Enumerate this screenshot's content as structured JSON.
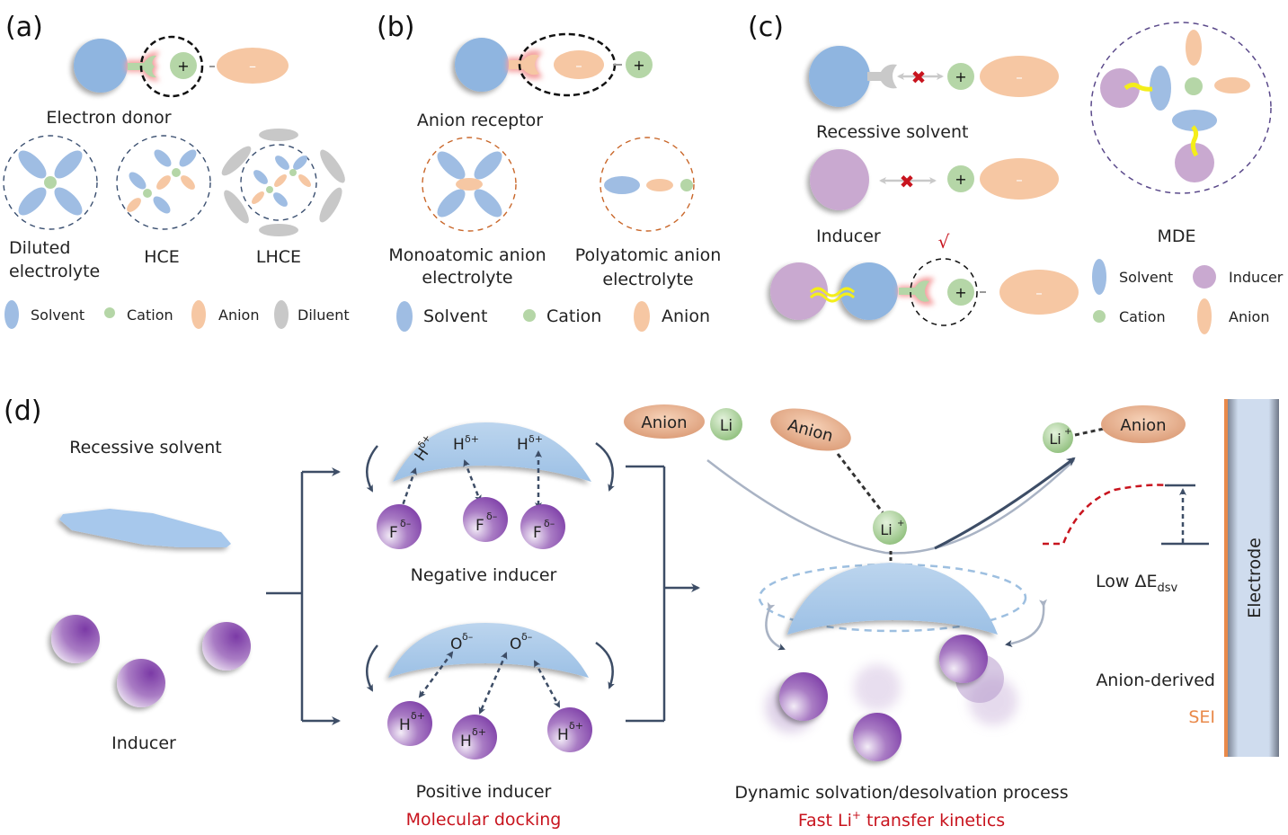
{
  "colors": {
    "solvent": "#9fbde3",
    "solvent_big": "#8fb5e0",
    "cation": "#b5d6a7",
    "anion": "#f6c7a3",
    "diluent": "#c8c8c8",
    "inducer": "#c9a9d0",
    "receptor_glow": "#f4a0a0",
    "red": "#c8141e",
    "dash_blue": "#3a4f70",
    "dash_orange": "#c9672a",
    "dash_purple": "#5b4a8b",
    "arrow": "#3d4d66",
    "sei": "#e9894a",
    "yellow": "#f4ee1a"
  },
  "panel_a": {
    "label": "(a)",
    "title": "Electron donor",
    "plus": "+",
    "minus": "–",
    "clusters": [
      "Diluted electrolyte",
      "HCE",
      "LHCE"
    ],
    "cluster_line1": "Diluted",
    "cluster_line2": "electrolyte",
    "legend": [
      "Solvent",
      "Cation",
      "Anion",
      "Diluent"
    ]
  },
  "panel_b": {
    "label": "(b)",
    "title": "Anion receptor",
    "plus": "+",
    "minus": "–",
    "cluster_mono_line1": "Monoatomic anion",
    "cluster_mono_line2": "electrolyte",
    "cluster_poly_line1": "Polyatomic anion",
    "cluster_poly_line2": "electrolyte",
    "legend": [
      "Solvent",
      "Cation",
      "Anion"
    ]
  },
  "panel_c": {
    "label": "(c)",
    "row1_title": "Recessive solvent",
    "row2_title": "Inducer",
    "check": "√",
    "cross": "✖",
    "plus": "+",
    "minus": "–",
    "cluster_title": "MDE",
    "legend": [
      "Solvent",
      "Inducer",
      "Cation",
      "Anion"
    ]
  },
  "panel_d": {
    "label": "(d)",
    "recessive_solvent": "Recessive solvent",
    "inducer": "Inducer",
    "negative_inducer": "Negative inducer",
    "positive_inducer": "Positive inducer",
    "molecular_docking": "Molecular docking",
    "neg_top_atoms": [
      "H",
      "H",
      "H"
    ],
    "neg_top_charge": "δ+",
    "neg_bottom_atoms": [
      "F",
      "F",
      "F"
    ],
    "neg_bottom_charge": "δ–",
    "pos_top_atoms": [
      "O",
      "O"
    ],
    "pos_top_charge": "δ–",
    "pos_bottom_atoms": [
      "H",
      "H",
      "H"
    ],
    "pos_bottom_charge": "δ+",
    "anion": "Anion",
    "li": "Li",
    "li_plus_sup": "+",
    "low_e_prefix": "Low ΔE",
    "low_e_sub": "dsv",
    "anion_derived": "Anion-derived",
    "sei": "SEI",
    "electrode": "Electrode",
    "process_title": "Dynamic solvation/desolvation process",
    "kinetics_prefix": "Fast Li",
    "kinetics_sup": "+",
    "kinetics_suffix": " transfer kinetics"
  }
}
